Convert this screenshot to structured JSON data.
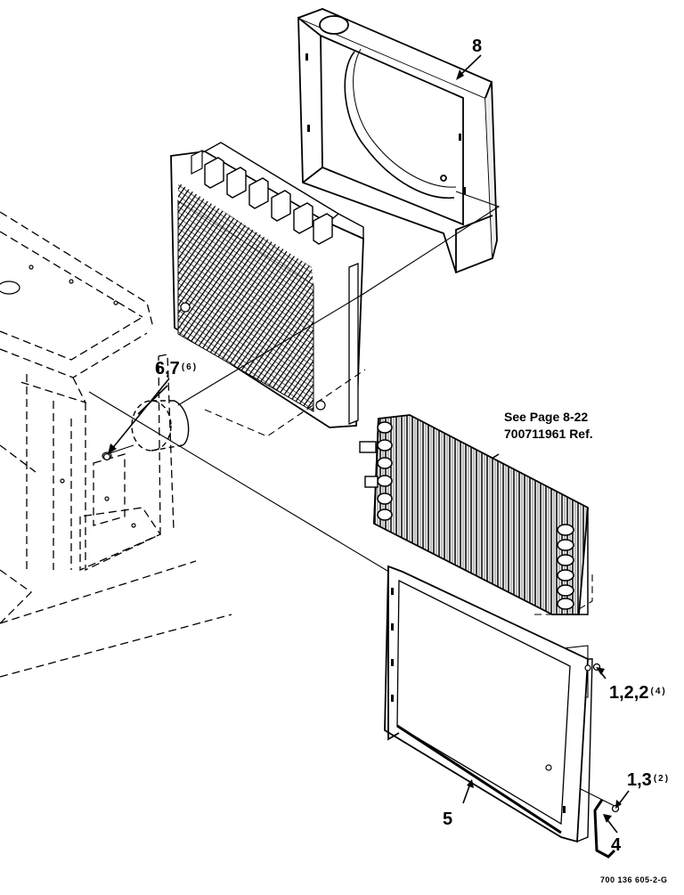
{
  "callouts": {
    "shroud": "8",
    "fan_hardware": "6,7",
    "fan_hardware_qty": "(6)",
    "frame": "5",
    "handle": "4",
    "frame_hardware": "1,2,2",
    "frame_hardware_qty": "(4)",
    "handle_hardware": "1,3",
    "handle_hardware_qty": "(2)"
  },
  "reference_note": {
    "line1": "See Page 8-22",
    "line2": "700711961 Ref."
  },
  "drawing_number": "700 136 605-2-G"
}
